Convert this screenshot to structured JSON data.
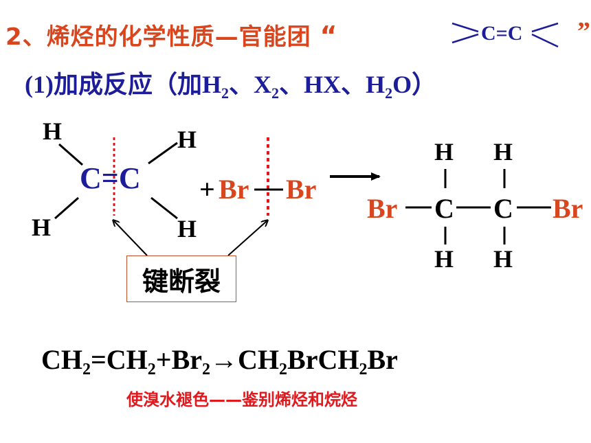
{
  "title": {
    "prefix": "2、烯烃的化学性质—官能团",
    "open_quote": "“",
    "group": "C=C",
    "close_quote": "”"
  },
  "subtitle": {
    "label": "(1)",
    "text": "加成反应（加",
    "h2_h": "H",
    "h2_sub": "2",
    "sep1": "、",
    "x2_x": "X",
    "x2_sub": "2",
    "sep2": "、",
    "hx": "HX",
    "sep3": "、",
    "h2o_h": "H",
    "h2o_sub": "2",
    "h2o_o": "O",
    "close": "）"
  },
  "ethylene": {
    "h_top_left": "H",
    "h_top_right": "H",
    "h_bottom_left": "H",
    "h_bottom_right": "H",
    "carbon_left": "C",
    "double_bond": "=",
    "carbon_right": "C"
  },
  "bromine": {
    "plus": "+",
    "br_left": "Br",
    "br_right": "Br"
  },
  "product": {
    "h_top_1": "H",
    "h_top_2": "H",
    "br_left": "Br",
    "c1": "C",
    "c2": "C",
    "br_right": "Br",
    "h_bottom_1": "H",
    "h_bottom_2": "H"
  },
  "bond_break_label": "键断裂",
  "equation": {
    "p1": "CH",
    "s1": "2",
    "p2": "=CH",
    "s2": "2",
    "p3": "+Br",
    "s3": "2",
    "p4": "→CH",
    "s4": "2",
    "p5": "BrCH",
    "s5": "2",
    "p6": "Br"
  },
  "note": "使溴水褪色——鉴别烯烃和烷烃",
  "colors": {
    "title": "#d9461e",
    "blue": "#1d1d9a",
    "bromine": "#d9461e",
    "note": "#e0191e",
    "dotted_line": "#e0191e"
  }
}
